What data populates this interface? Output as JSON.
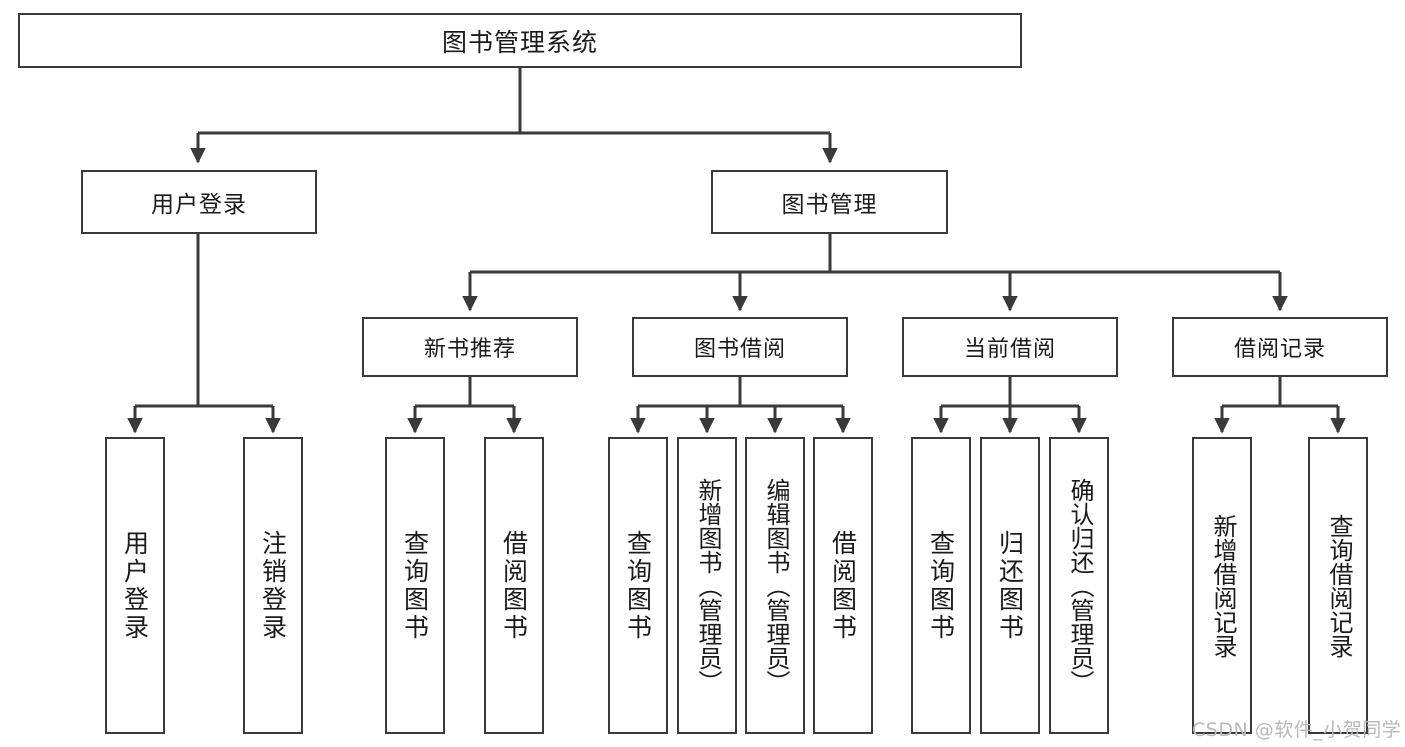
{
  "diagram": {
    "title": "图书管理系统",
    "type": "tree-hierarchy-diagram",
    "root": {
      "label": "图书管理系统"
    },
    "level2": [
      {
        "label": "用户登录"
      },
      {
        "label": "图书管理"
      }
    ],
    "level3": [
      {
        "label": "新书推荐"
      },
      {
        "label": "图书借阅"
      },
      {
        "label": "当前借阅"
      },
      {
        "label": "借阅记录"
      }
    ],
    "leaves": {
      "user_login": [
        {
          "label": "用户登录"
        },
        {
          "label": "注销登录"
        }
      ],
      "new_book_recommend": [
        {
          "label": "查询图书"
        },
        {
          "label": "借阅图书"
        }
      ],
      "book_borrow": [
        {
          "label": "查询图书"
        },
        {
          "label": "新增图书（管理员）"
        },
        {
          "label": "编辑图书（管理员）"
        },
        {
          "label": "借阅图书"
        }
      ],
      "current_borrow": [
        {
          "label": "查询图书"
        },
        {
          "label": "归还图书"
        },
        {
          "label": "确认归还（管理员）"
        }
      ],
      "borrow_record": [
        {
          "label": "新增借阅记录"
        },
        {
          "label": "查询借阅记录"
        }
      ]
    }
  },
  "watermark": {
    "text": "CSDN @软件_小贺同学"
  },
  "colors": {
    "border": "#3a3a3a",
    "background": "#ffffff",
    "text": "#1b1b1b",
    "watermark": "#b9b9b9"
  }
}
